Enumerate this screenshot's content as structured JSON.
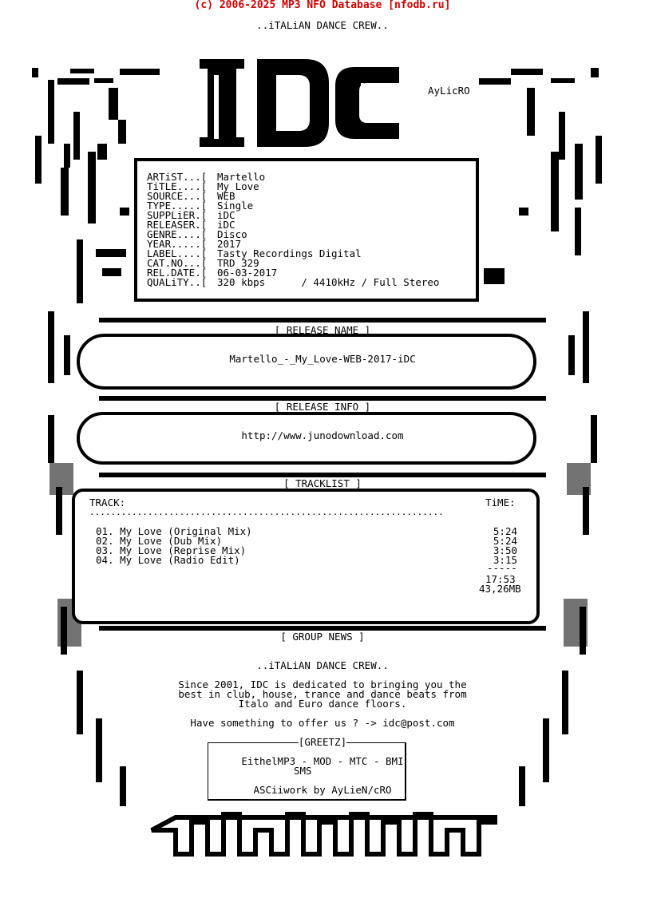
{
  "banner": "(c) 2006-2025 MP3 NFO Database [nfodb.ru]",
  "crew_top": "..iTALiAN DANCE CREW..",
  "logo_letters": "IDC",
  "ascii_artist": "AyLicRO",
  "info_rows": [
    {
      "key": "ARTiST...[",
      "value": "Martello"
    },
    {
      "key": "TiTLE....[",
      "value": "My Love"
    },
    {
      "key": "SOURCE...[",
      "value": "WEB"
    },
    {
      "key": "TYPE.....[",
      "value": "Single"
    },
    {
      "key": "SUPPLiER.[",
      "value": "iDC"
    },
    {
      "key": "RELEASER.[",
      "value": "iDC"
    },
    {
      "key": "GENRE....[",
      "value": "Disco"
    },
    {
      "key": "YEAR.....[",
      "value": "2017"
    },
    {
      "key": "LABEL....[",
      "value": "Tasty Recordings Digital"
    },
    {
      "key": "CAT.NO...[",
      "value": "TRD 329"
    },
    {
      "key": "REL.DATE.[",
      "value": "06-03-2017"
    },
    {
      "key": "QUALiTY..[",
      "value": "320 kbps      / 4410kHz / Full Stereo"
    }
  ],
  "release_name": {
    "header": "[ RELEASE NAME ]",
    "value": "Martello_-_My_Love-WEB-2017-iDC"
  },
  "release_info": {
    "header": "[ RELEASE INFO ]",
    "value": "http://www.junodownload.com"
  },
  "tracklist": {
    "header": "[ TRACKLIST ]",
    "col_track": "TRACK:",
    "col_time": "TiME:",
    "dots": "...................................................................",
    "tracks": [
      {
        "title": "01. My Love (Original Mix)",
        "time": "5:24"
      },
      {
        "title": "02. My Love (Dub Mix)",
        "time": "5:24"
      },
      {
        "title": "03. My Love (Reprise Mix)",
        "time": "3:50"
      },
      {
        "title": "04. My Love (Radio Edit)",
        "time": "3:15"
      }
    ],
    "rule": "-----",
    "total_time": "17:53",
    "total_size": "43,26MB"
  },
  "group_news": {
    "header": "[ GROUP NEWS ]",
    "crew": "..iTALiAN DANCE CREW..",
    "lines": [
      "Since 2001, IDC is dedicated to bringing you the",
      "best in club, house, trance and dance beats from",
      "Italo and Euro dance floors."
    ],
    "offer": "Have something to offer us ? -> idc@post.com"
  },
  "greetz": {
    "header": "[GREETZ]",
    "line1": "EithelMP3 - MOD - MTC - BMI",
    "line2": "SMS",
    "credit": "ASCiiwork by AyLieN/cRO"
  },
  "colors": {
    "banner": "#d00000",
    "ink": "#000000",
    "paper": "#ffffff"
  }
}
